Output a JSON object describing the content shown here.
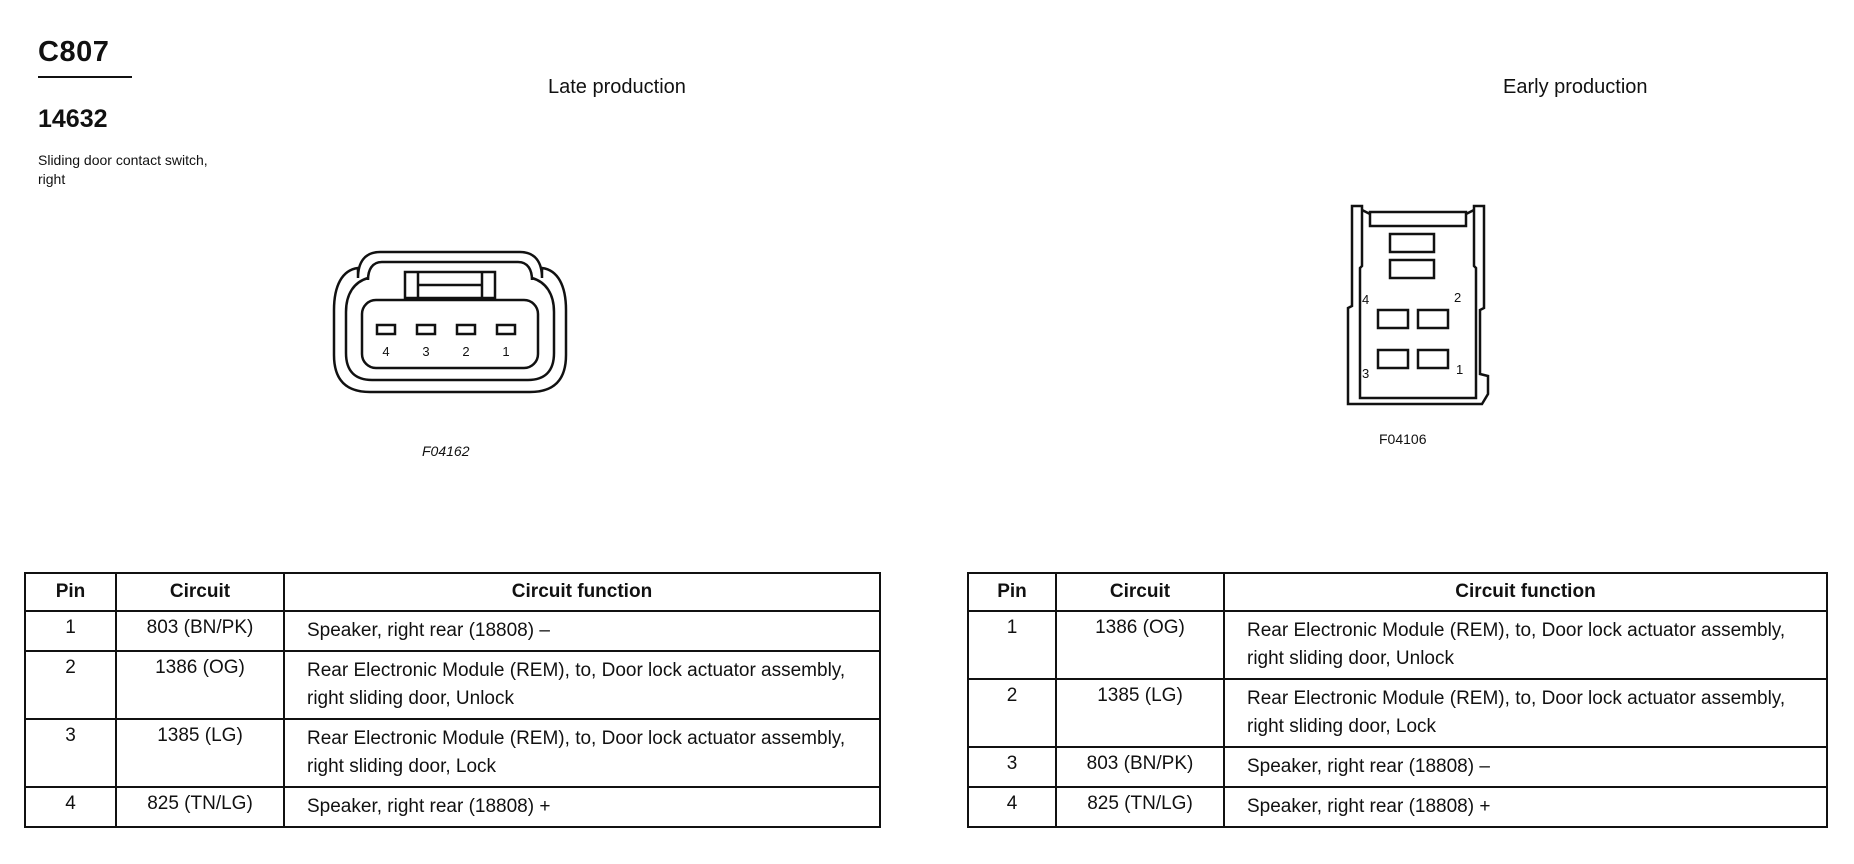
{
  "header": {
    "connector_id": "C807",
    "part_number": "14632",
    "description": "Sliding door contact switch, right"
  },
  "late": {
    "heading": "Late production",
    "figure_code": "F04162",
    "pin_labels": [
      "4",
      "3",
      "2",
      "1"
    ],
    "columns": [
      "Pin",
      "Circuit",
      "Circuit function"
    ],
    "rows": [
      {
        "pin": "1",
        "circuit": "803 (BN/PK)",
        "function": "Speaker, right rear (18808) –"
      },
      {
        "pin": "2",
        "circuit": "1386 (OG)",
        "function": "Rear Electronic Module (REM), to, Door lock actuator assembly, right sliding door, Unlock"
      },
      {
        "pin": "3",
        "circuit": "1385 (LG)",
        "function": "Rear Electronic Module (REM), to, Door lock actuator assembly, right sliding door, Lock"
      },
      {
        "pin": "4",
        "circuit": "825 (TN/LG)",
        "function": "Speaker, right rear (18808) +"
      }
    ]
  },
  "early": {
    "heading": "Early production",
    "figure_code": "F04106",
    "pin_labels": [
      "4",
      "2",
      "3",
      "1"
    ],
    "columns": [
      "Pin",
      "Circuit",
      "Circuit function"
    ],
    "rows": [
      {
        "pin": "1",
        "circuit": "1386 (OG)",
        "function": "Rear Electronic Module (REM), to, Door lock actuator assembly, right sliding door, Unlock"
      },
      {
        "pin": "2",
        "circuit": "1385 (LG)",
        "function": "Rear Electronic Module (REM), to, Door lock actuator assembly, right sliding door, Lock"
      },
      {
        "pin": "3",
        "circuit": "803 (BN/PK)",
        "function": "Speaker, right rear (18808) –"
      },
      {
        "pin": "4",
        "circuit": "825 (TN/LG)",
        "function": "Speaker, right rear (18808) +"
      }
    ]
  }
}
